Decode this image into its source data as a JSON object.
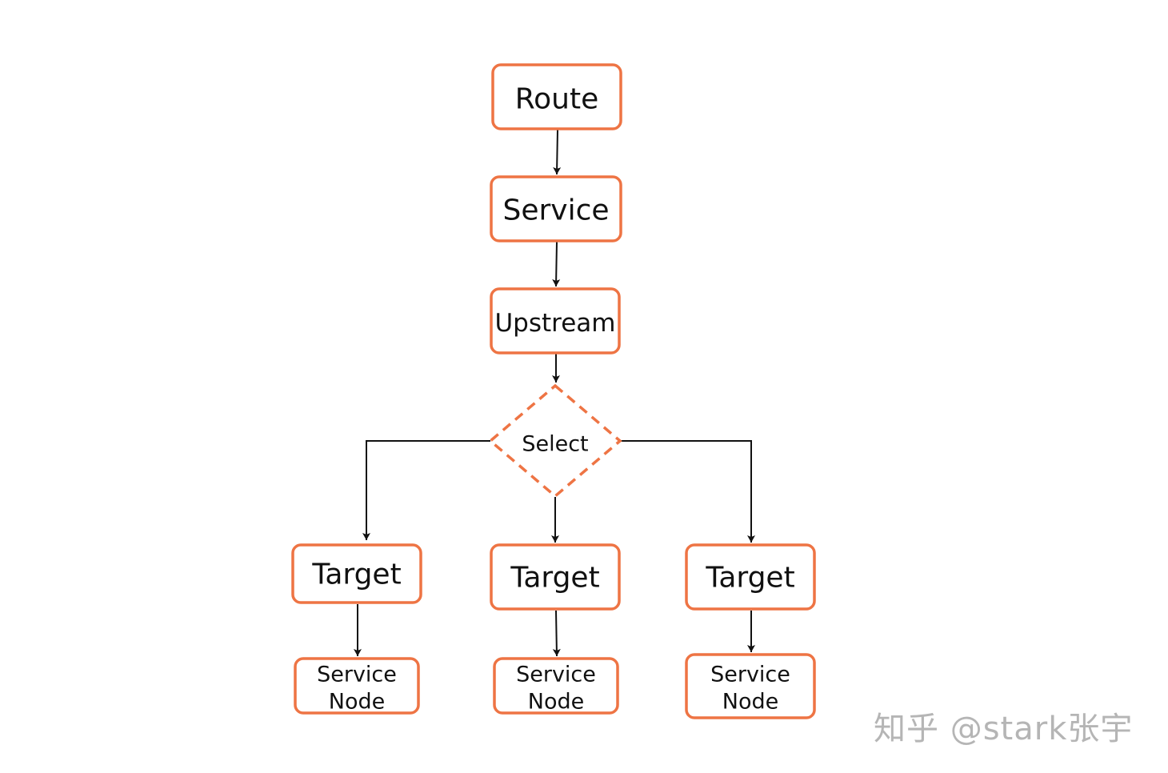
{
  "colors": {
    "node_border": "#ee7444",
    "edge": "#111111",
    "text": "#111111",
    "background": "#ffffff"
  },
  "nodes": {
    "route": "Route",
    "service": "Service",
    "upstream": "Upstream",
    "select": "Select",
    "target_left": "Target",
    "target_center": "Target",
    "target_right": "Target",
    "service_node_left": [
      "Service",
      "Node"
    ],
    "service_node_center": [
      "Service",
      "Node"
    ],
    "service_node_right": [
      "Service",
      "Node"
    ]
  },
  "watermark": "知乎 @stark张宇"
}
